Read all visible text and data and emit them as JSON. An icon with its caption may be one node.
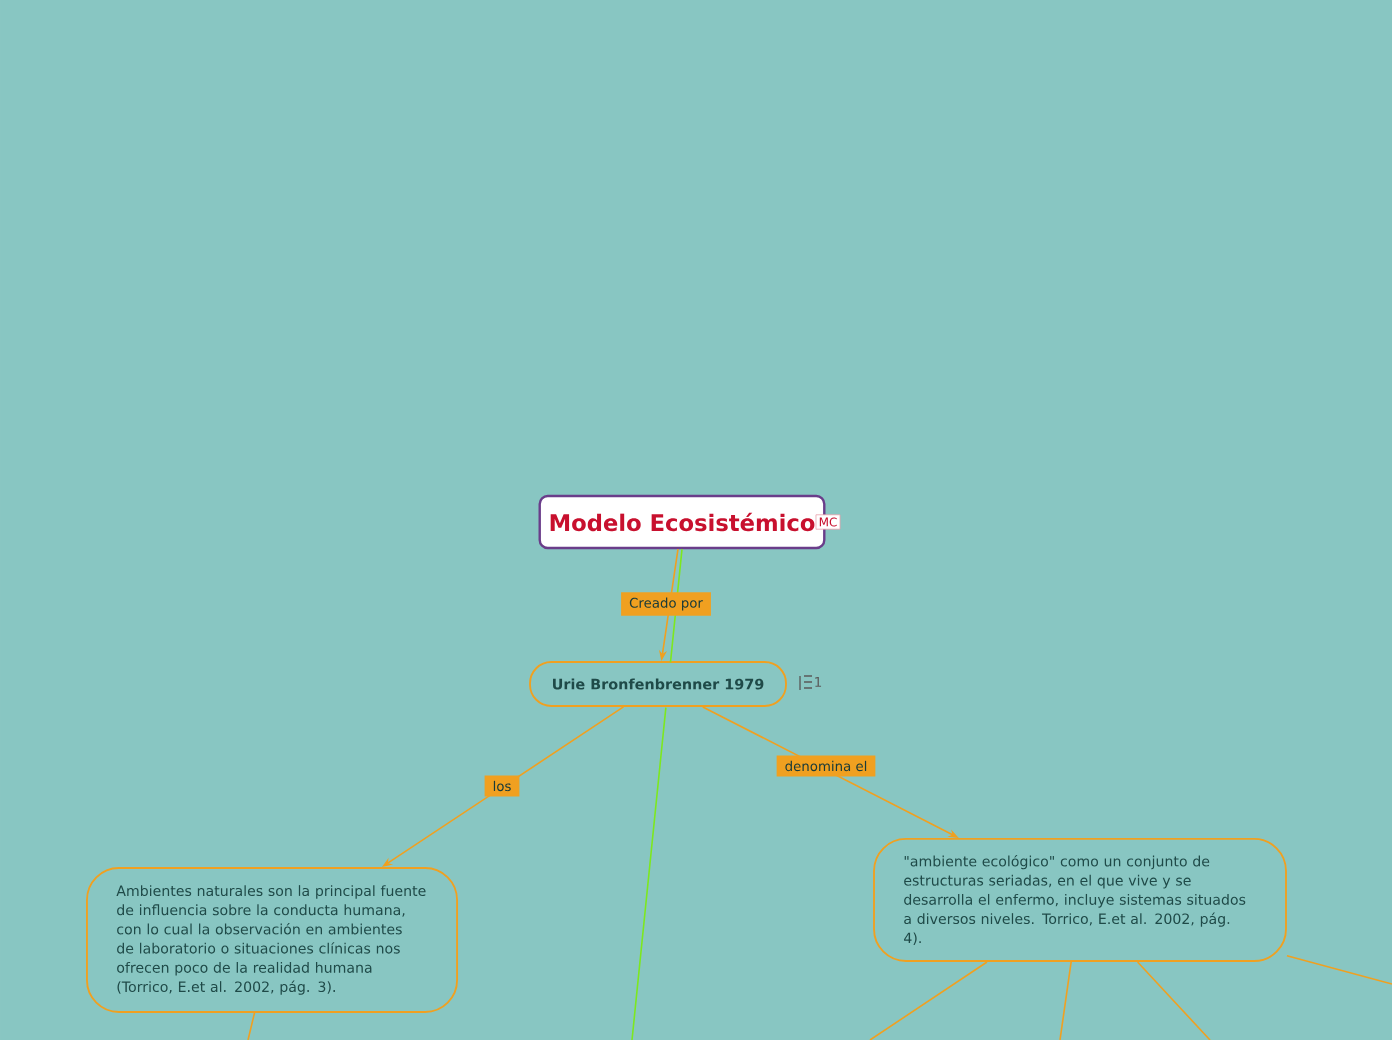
{
  "diagram": {
    "nodes": [
      {
        "text": [
          "Modelo Ecosistémico"
        ],
        "beside": [
          "MC"
        ]
      },
      {
        "text": [
          "Urie Bronfenbrenner 1979"
        ],
        "beside": [
          "1"
        ]
      },
      {
        "text": [
          "Ambientes naturales son la principal fuente de influencia sobre la conducta humana, con lo cual la observación en ambientes de laboratorio o situaciones clínicas nos ofrecen poco de la realidad humana (Torrico, E.et al. 2002, pág. 3)."
        ]
      },
      {
        "text": [
          "\"ambiente ecológico\" como un conjunto de estructuras seriadas, en el que vive y se desarrolla el enfermo, incluye sistemas situados a diversos niveles. Torrico, E.et al. 2002, pág. 4)."
        ]
      }
    ],
    "edges": [
      {
        "from": 0,
        "to": 1,
        "arrow": "to",
        "label": "Creado por"
      },
      {
        "from": 1,
        "to": 2,
        "arrow": "to",
        "label": "los"
      },
      {
        "from": 1,
        "to": 3,
        "arrow": "to",
        "label": "denomina el"
      },
      {
        "from": 0,
        "to": null,
        "arrow": "none",
        "color": "#7de81e"
      },
      {
        "from": 2,
        "to": null,
        "arrow": "none"
      },
      {
        "from": 3,
        "to": null,
        "arrow": "none"
      },
      {
        "from": 3,
        "to": null,
        "arrow": "none"
      },
      {
        "from": 3,
        "to": null,
        "arrow": "none"
      },
      {
        "from": 3,
        "to": null,
        "arrow": "none"
      }
    ]
  }
}
